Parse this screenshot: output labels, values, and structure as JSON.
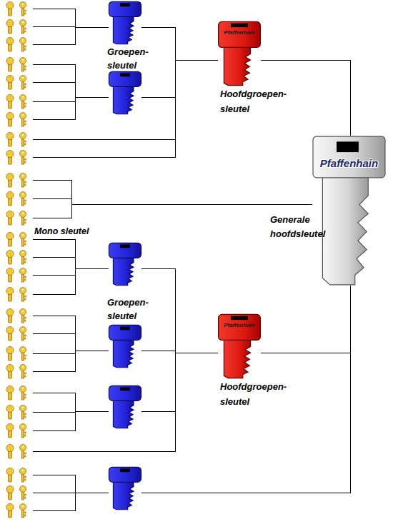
{
  "diagram": {
    "nodes": [
      {
        "text": []
      },
      {
        "text": []
      },
      {
        "text": []
      },
      {
        "text": []
      },
      {
        "text": []
      },
      {
        "text": []
      },
      {
        "text": []
      },
      {
        "text": []
      },
      {
        "text": []
      },
      {
        "text": []
      },
      {
        "text": []
      },
      {
        "text": []
      },
      {
        "text": []
      },
      {
        "text": []
      },
      {
        "text": []
      },
      {
        "text": []
      },
      {
        "text": []
      },
      {
        "text": []
      },
      {
        "text": []
      },
      {
        "text": []
      },
      {
        "text": []
      },
      {
        "text": []
      },
      {
        "text": []
      },
      {
        "text": []
      },
      {
        "text": []
      },
      {
        "text": []
      },
      {
        "text": []
      },
      {
        "text": [
          "Groepen-sleutel"
        ]
      },
      {
        "text": []
      },
      {
        "text": [
          "Groepen-sleutel"
        ]
      },
      {
        "text": []
      },
      {
        "text": []
      },
      {
        "text": []
      },
      {
        "text": [
          "Pfaffenhain",
          "Hoofdgroepen-sleutel"
        ]
      },
      {
        "text": [
          "Pfaffenhain",
          "Hoofdgroepen-sleutel"
        ]
      },
      {
        "text": [
          "Pfaffenhain",
          "Generale hoofdsleutel"
        ]
      }
    ],
    "edges": [
      {
        "from": 0,
        "to": 27,
        "arrow": "none"
      },
      {
        "from": 1,
        "to": 27,
        "arrow": "none"
      },
      {
        "from": 2,
        "to": 27,
        "arrow": "none"
      },
      {
        "from": 3,
        "to": 28,
        "arrow": "none"
      },
      {
        "from": 4,
        "to": 28,
        "arrow": "none"
      },
      {
        "from": 5,
        "to": 28,
        "arrow": "none"
      },
      {
        "from": 6,
        "to": 28,
        "arrow": "none"
      },
      {
        "from": 7,
        "to": 33,
        "arrow": "none"
      },
      {
        "from": 8,
        "to": 33,
        "arrow": "none"
      },
      {
        "from": 27,
        "to": 33,
        "arrow": "none"
      },
      {
        "from": 28,
        "to": 33,
        "arrow": "none"
      },
      {
        "from": 9,
        "to": 35,
        "arrow": "none"
      },
      {
        "from": 10,
        "to": 35,
        "arrow": "none"
      },
      {
        "from": 11,
        "to": 35,
        "arrow": "none"
      },
      {
        "from": 12,
        "to": 29,
        "arrow": "none"
      },
      {
        "from": 13,
        "to": 29,
        "arrow": "none"
      },
      {
        "from": 14,
        "to": 29,
        "arrow": "none"
      },
      {
        "from": 15,
        "to": 29,
        "arrow": "none"
      },
      {
        "from": 16,
        "to": 30,
        "arrow": "none"
      },
      {
        "from": 17,
        "to": 30,
        "arrow": "none"
      },
      {
        "from": 18,
        "to": 30,
        "arrow": "none"
      },
      {
        "from": 19,
        "to": 30,
        "arrow": "none"
      },
      {
        "from": 20,
        "to": 31,
        "arrow": "none"
      },
      {
        "from": 21,
        "to": 31,
        "arrow": "none"
      },
      {
        "from": 22,
        "to": 31,
        "arrow": "none"
      },
      {
        "from": 23,
        "to": 34,
        "arrow": "none"
      },
      {
        "from": 29,
        "to": 34,
        "arrow": "none"
      },
      {
        "from": 30,
        "to": 34,
        "arrow": "none"
      },
      {
        "from": 31,
        "to": 34,
        "arrow": "none"
      },
      {
        "from": 24,
        "to": 32,
        "arrow": "none"
      },
      {
        "from": 25,
        "to": 32,
        "arrow": "none"
      },
      {
        "from": 26,
        "to": 32,
        "arrow": "none"
      },
      {
        "from": 32,
        "to": 35,
        "arrow": "none"
      },
      {
        "from": 33,
        "to": 35,
        "arrow": "none"
      },
      {
        "from": 34,
        "to": 35,
        "arrow": "none"
      }
    ],
    "labels": [
      "Mono sleutel"
    ]
  }
}
